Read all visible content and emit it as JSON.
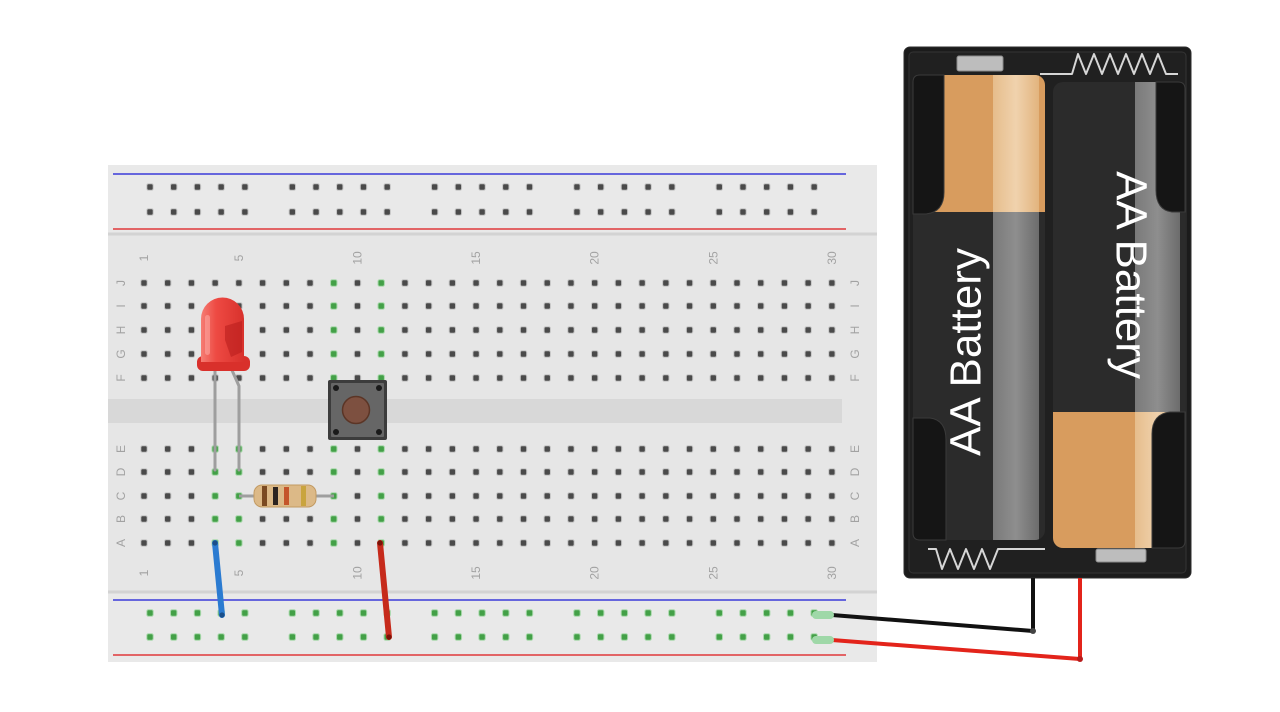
{
  "breadboard": {
    "column_numbers_top": [
      "1",
      "5",
      "10",
      "15",
      "20",
      "25",
      "30"
    ],
    "column_numbers_bottom": [
      "1",
      "5",
      "10",
      "15",
      "20",
      "25",
      "30"
    ],
    "row_letters_top_half": [
      "J",
      "I",
      "H",
      "G",
      "F"
    ],
    "row_letters_bottom_half": [
      "E",
      "D",
      "C",
      "B",
      "A"
    ]
  },
  "battery_holder": {
    "batteries": [
      {
        "label": "AA Battery"
      },
      {
        "label": "AA Battery"
      }
    ]
  },
  "colors": {
    "breadboard": "#e6e6e6",
    "rail_negative_line": "#3b3bd9",
    "rail_positive_line": "#e0393a",
    "connected_hole": "#43a047",
    "open_hole": "#4a4a4a",
    "led": "#e8403a",
    "jumper_wire_blue": "#2b7bd1",
    "jumper_wire_red": "#c62a1b",
    "battery_lead_black": "#111111",
    "battery_lead_red": "#e3241b",
    "battery_holder": "#1b1b1b",
    "battery_tan": "#d89c5e"
  }
}
